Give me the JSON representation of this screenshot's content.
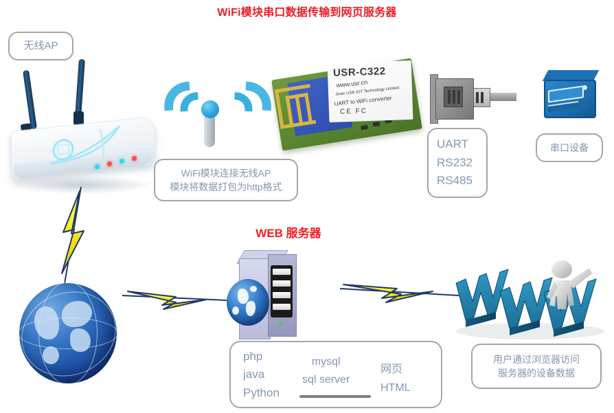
{
  "diagram": {
    "title": "WiFi模块串口数据传输到网页服务器",
    "web_server_title": "WEB 服务器",
    "colors": {
      "title_red": "#ee1c25",
      "callout_border": "#a6a6a6",
      "callout_text": "#8497b0",
      "bolt_yellow": "#f5ec1d",
      "bolt_outline": "#1f3864",
      "wifi_blue": "#39b0df",
      "device_blue": "#1c6dad"
    }
  },
  "labels": {
    "access_point": "无线AP",
    "serial_device": "串口设备",
    "wifi_desc_line1": "WiFi模块连接无线AP",
    "wifi_desc_line2": "模块将数据打包为http格式",
    "browser_desc_line1": "用户通过浏览器访问",
    "browser_desc_line2": "服务器的设备数据"
  },
  "uart_box": {
    "items": [
      "UART",
      "RS232",
      "RS485"
    ]
  },
  "module": {
    "model": "USR-C322",
    "url": "www.usr.cn",
    "company": "Jinan USR IOT Technology Limited",
    "function": "UART to WiFi converter",
    "marks": "CE FC"
  },
  "tech_box": {
    "languages": [
      "php",
      "java",
      "Python"
    ],
    "databases": [
      "mysql",
      "sql server"
    ],
    "outputs": [
      "网页",
      "HTML"
    ]
  },
  "nodes": {
    "access_point": "wireless-access-point",
    "wifi_signal": "wifi-signal-icon",
    "wifi_module": "usr-c322-wifi-module",
    "serial_connector": "db9-serial-connector",
    "serial_device": "serial-device-icon",
    "internet": "internet-globe-icon",
    "web_server": "web-server-tower-icon",
    "www_users": "www-users-icon"
  }
}
